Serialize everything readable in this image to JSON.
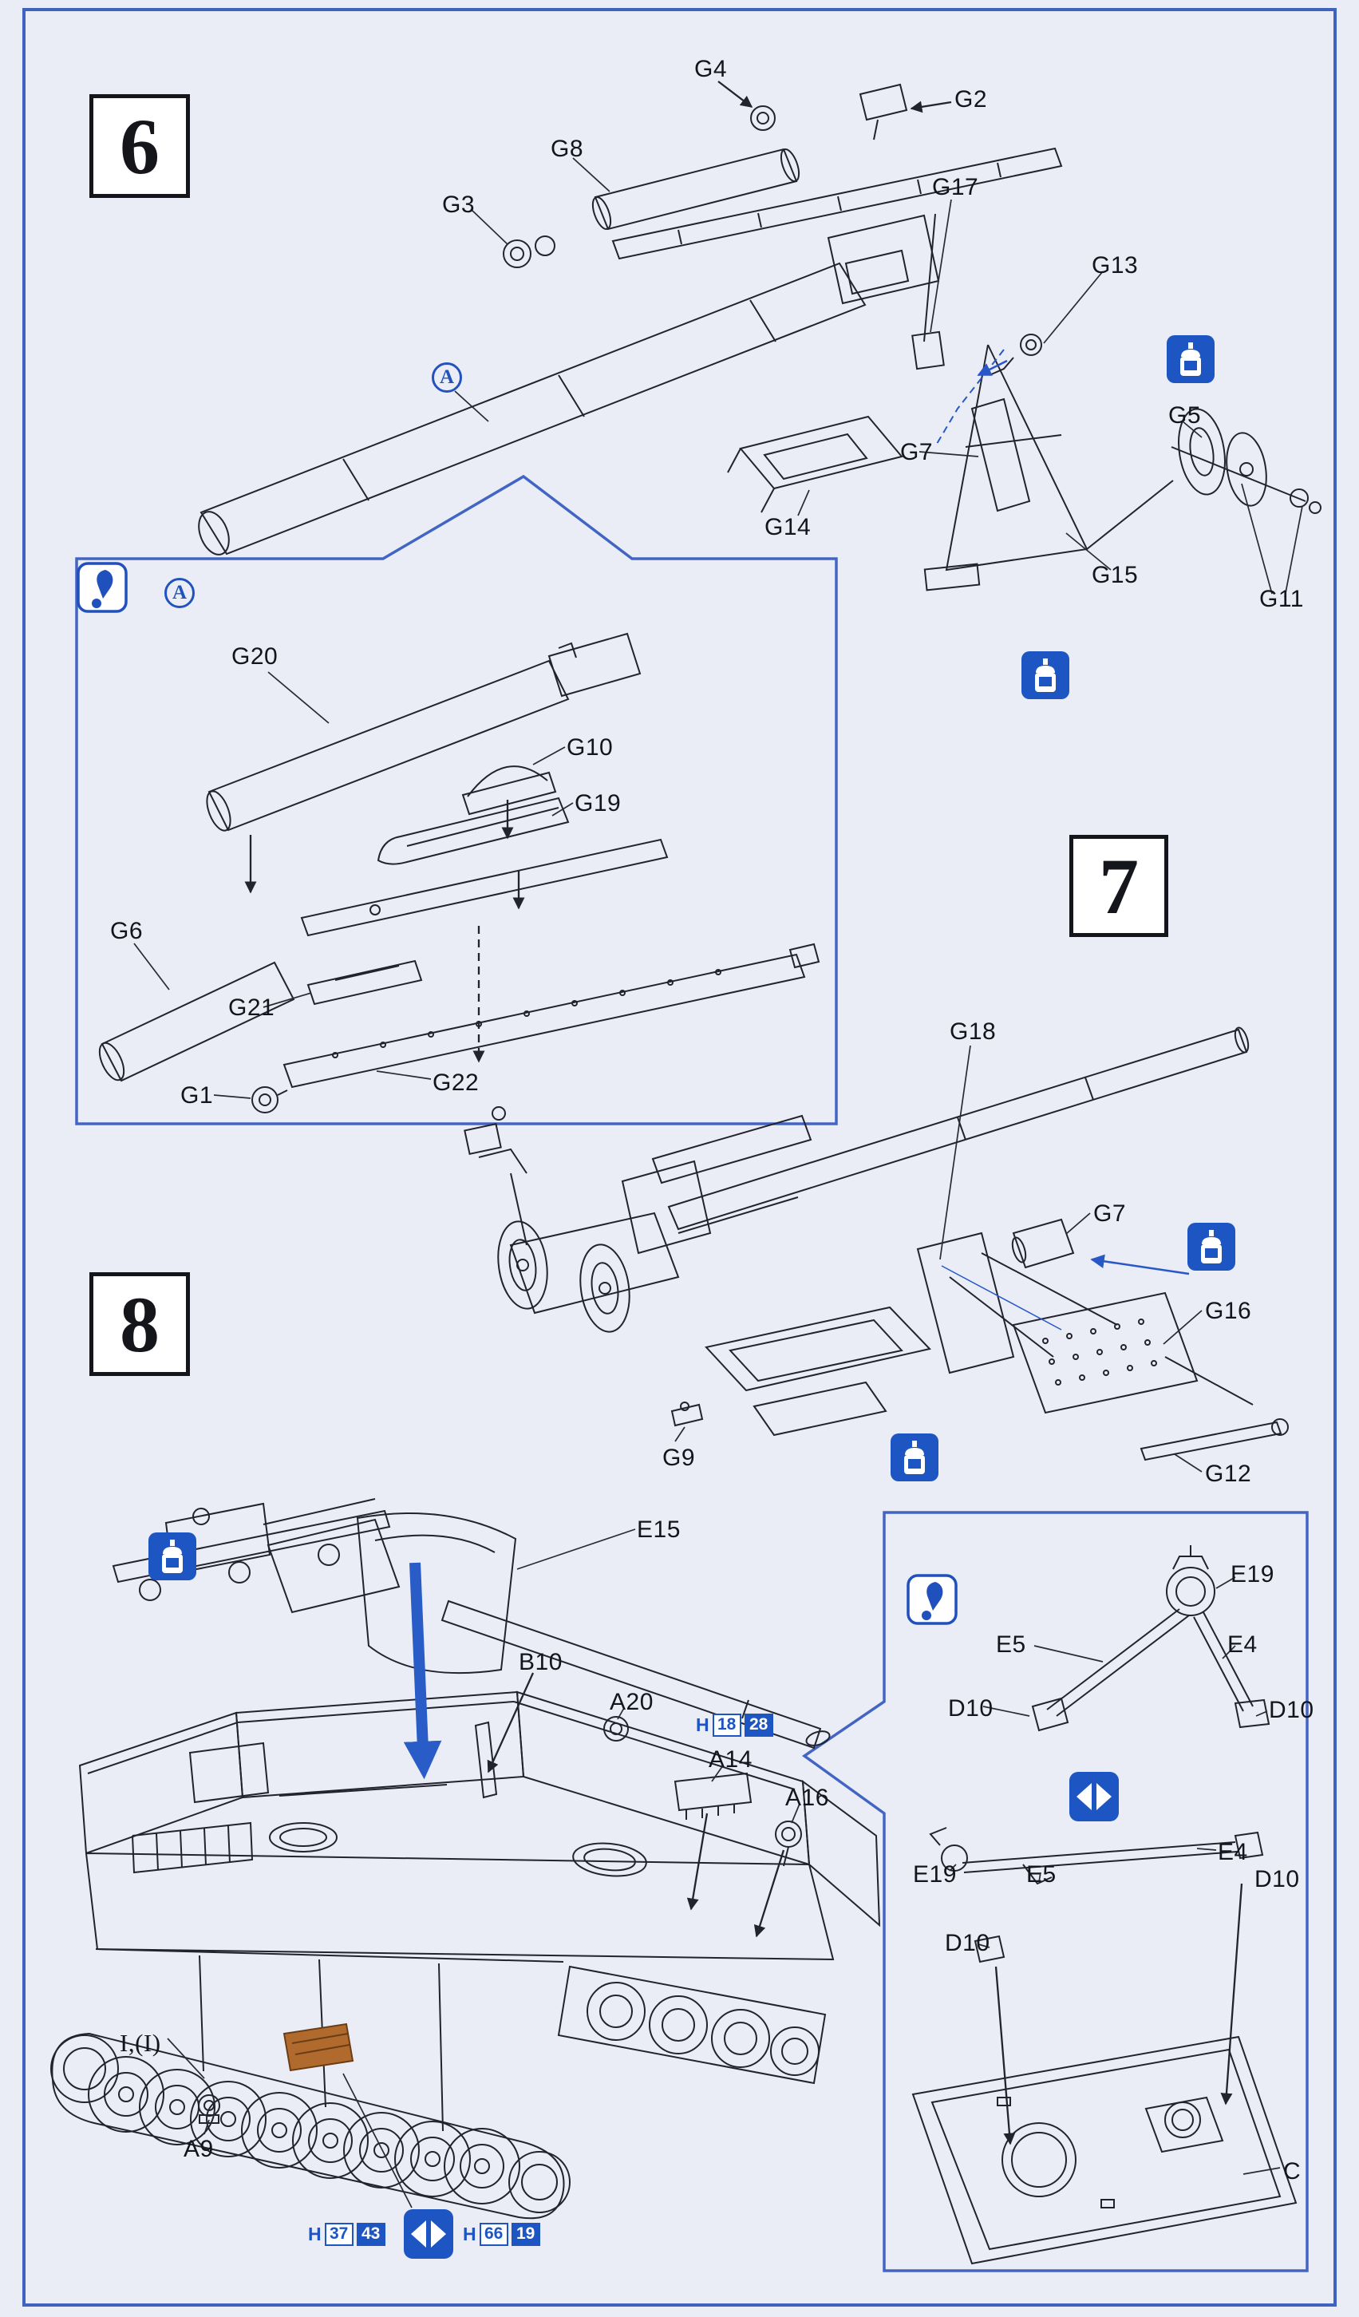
{
  "sheet": {
    "background": "#eaedf5",
    "frame_color": "#3f63c1",
    "ink_color": "#23232e",
    "accent_blue": "#1d55c3",
    "tool_box_color": "#b06a2e"
  },
  "steps": {
    "six": "6",
    "seven": "7",
    "eight": "8"
  },
  "callouts": {
    "detail_a": "A"
  },
  "labels": {
    "s6": {
      "g4": "G4",
      "g2": "G2",
      "g8": "G8",
      "g3": "G3",
      "g17": "G17",
      "g13": "G13",
      "g7": "G7",
      "g5": "G5",
      "g14": "G14",
      "g15": "G15",
      "g11": "G11"
    },
    "detail_a": {
      "g20": "G20",
      "g10": "G10",
      "g19": "G19",
      "g6": "G6",
      "g21": "G21",
      "g1": "G1",
      "g22": "G22"
    },
    "s7": {
      "g18": "G18",
      "g7": "G7",
      "g16": "G16",
      "g9": "G9",
      "g12": "G12"
    },
    "s8": {
      "e15": "E15",
      "b10": "B10",
      "a20": "A20",
      "a14": "A14",
      "a16": "A16",
      "i_marking": "I,(I)",
      "a9": "A9"
    },
    "detail_b": {
      "e19_top": "E19",
      "e5_top": "E5",
      "e4_top": "E4",
      "d10_top_left": "D10",
      "d10_top_right": "D10",
      "e19_bottom": "E19",
      "e5_bottom": "E5",
      "e4_bottom": "E4",
      "d10_bottom_right": "D10",
      "d10_bottom_left": "D10",
      "c": "C"
    }
  },
  "paint_callouts": {
    "deck": {
      "prefix": "H",
      "num1": "18",
      "num2": "28"
    },
    "tools_left": {
      "prefix": "H",
      "num1": "37",
      "num2": "43"
    },
    "tools_right": {
      "prefix": "H",
      "num1": "66",
      "num2": "19"
    }
  },
  "icons": {
    "glue": "cement-glue-icon",
    "attention": "attention-note-icon",
    "option": "optional-parts-arrows-icon"
  }
}
